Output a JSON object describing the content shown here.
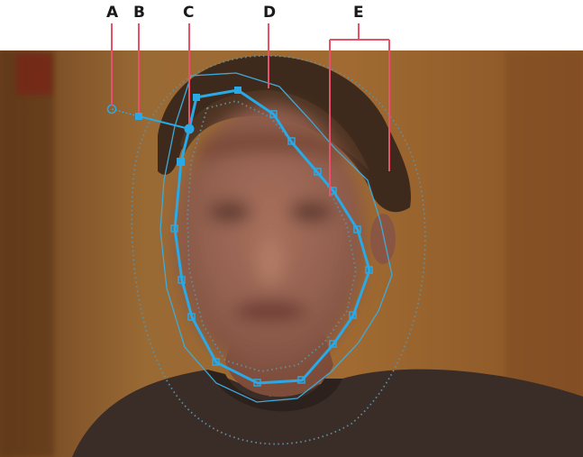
{
  "callouts": {
    "a": "A",
    "b": "B",
    "c": "C",
    "d": "D",
    "e": "E"
  },
  "colors": {
    "callout_line": "#e8516a",
    "mask_path": "#29a9e6",
    "feather_outline": "#3fa9d8",
    "feather_dotted": "#5f8fa0",
    "background_wood": "#8a5a2a"
  },
  "scene": {
    "subject": "blurred-face-portrait",
    "mask_mode": "path-editing"
  }
}
